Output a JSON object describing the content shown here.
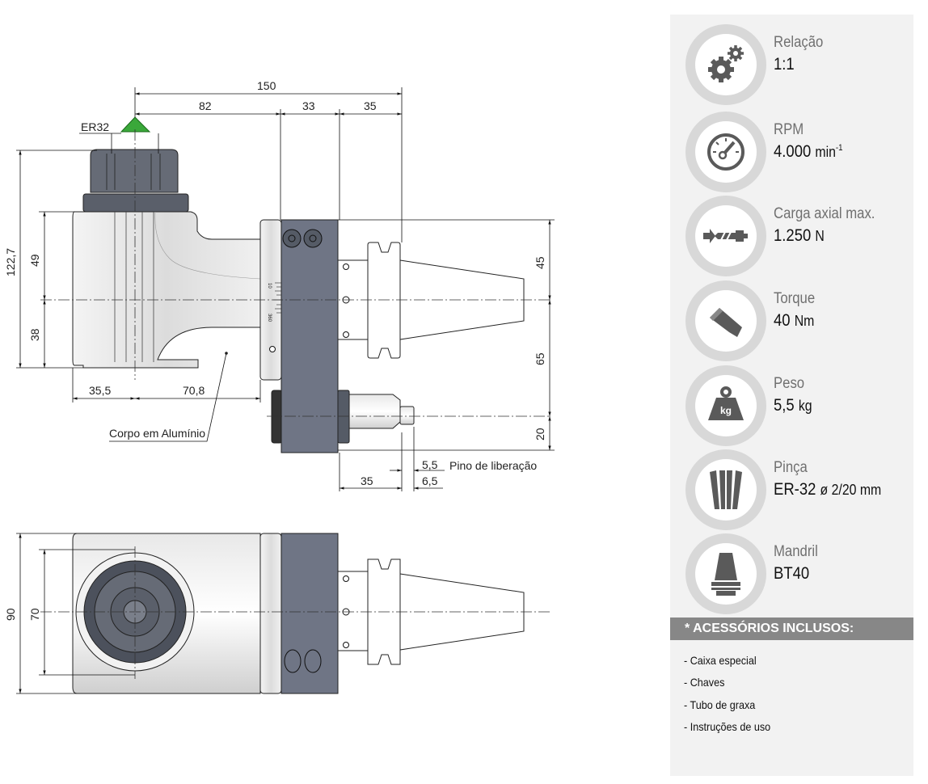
{
  "drawing": {
    "labels": {
      "collet": "ER32",
      "body": "Corpo em Alumínio",
      "pin": "Pino de liberação"
    },
    "dims": {
      "total_length": "150",
      "d82": "82",
      "d33": "33",
      "d35_top": "35",
      "height": "122,7",
      "d49": "49",
      "d38": "38",
      "d35_5": "35,5",
      "d70_8": "70,8",
      "d45": "45",
      "d65": "65",
      "d20": "20",
      "d5_5": "5,5",
      "d6_5": "6,5",
      "d35_bottom": "35",
      "d90": "90",
      "d70": "70"
    },
    "scale": {
      "top": "10",
      "bottom": "360"
    }
  },
  "specs": [
    {
      "label": "Relação",
      "value": "1:1",
      "unit": "",
      "icon": "gears-icon"
    },
    {
      "label": "RPM",
      "value": "4.000",
      "unit": "min",
      "sup": "-1",
      "icon": "gauge-icon"
    },
    {
      "label": "Carga axial max.",
      "value": "1.250",
      "unit": "N",
      "icon": "drill-icon"
    },
    {
      "label": "Torque",
      "value": "40",
      "unit": "Nm",
      "icon": "torque-icon"
    },
    {
      "label": "Peso",
      "value": "5,5",
      "unit": "kg",
      "icon": "weight-icon",
      "icon_text": "kg"
    },
    {
      "label": "Pinça",
      "value": "ER-32",
      "unit": "ø 2/20 mm",
      "icon": "collet-icon"
    },
    {
      "label": "Mandril",
      "value": "BT40",
      "unit": "",
      "icon": "taper-icon"
    }
  ],
  "accessories": {
    "title": "* ACESSÓRIOS INCLUSOS:",
    "items": [
      "- Caixa especial",
      "- Chaves",
      "- Tubo de graxa",
      "- Instruções de uso"
    ]
  },
  "colors": {
    "plate": "#6f7585",
    "panel": "#f2f2f2",
    "header": "#878787",
    "marker": "#3aa83a"
  }
}
